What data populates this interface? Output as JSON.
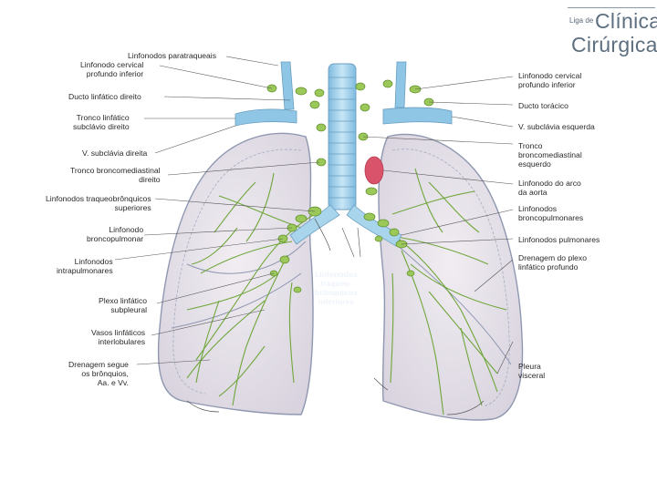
{
  "logo": {
    "prefix": "Liga de",
    "line1": "Clínica",
    "line2": "Cirúrgica"
  },
  "labels_left": {
    "linf_paratraqueais": "Linfonodos paratraqueais",
    "linf_cervical_dir": "Linfonodo cervical\nprofundo inferior",
    "ducto_linf_dir": "Ducto linfático direito",
    "tronco_subclavio_dir": "Tronco linfático\nsubclávio direito",
    "v_subclavia_dir": "V. subclávia direita",
    "tronco_bronco_dir": "Tronco broncomediastinal\ndireito",
    "linf_traqueo_sup": "Linfonodos traqueobrônquicos\nsuperiores",
    "linf_broncopulmonar": "Linfonodo\nbroncopulmonar",
    "linf_intrapulmonares": "Linfonodos\nintrapulmonares",
    "plexo_subpleural": "Plexo linfático\nsubpleural",
    "vasos_interlobulares": "Vasos linfáticos\ninterlobulares",
    "drenagem_segue": "Drenagem segue\nos brônquios,\nAa. e Vv."
  },
  "labels_right": {
    "linf_cervical_esq": "Linfonodo cervical\nprofundo inferior",
    "ducto_toracico": "Ducto torácico",
    "v_subclavia_esq": "V. subclávia esquerda",
    "tronco_bronco_esq": "Tronco\nbroncomediastinal\nesquerdo",
    "linf_arco_aorta": "Linfonodo do arco\nda aorta",
    "linf_broncopulmonares": "Linfonodos\nbroncopulmonares",
    "linf_pulmonares": "Linfonodos pulmonares",
    "drenagem_plexo": "Drenagem do plexo\nlinfático profundo",
    "pleura_visceral": "Pleura\nvisceral"
  },
  "labels_center": {
    "linf_traqueo_inf": "Linfonodos\ntraqueo-\nbrônquicos\ninferiores"
  },
  "colors": {
    "lung_fill": "#ebe6ee",
    "lung_outline": "#8f97b0",
    "lymph_green": "#6fa63a",
    "node_green": "#9cc85a",
    "vessel_blue": "#8fc6e6",
    "trachea_blue": "#a8d4ec",
    "aorta_red": "#d9546a"
  }
}
